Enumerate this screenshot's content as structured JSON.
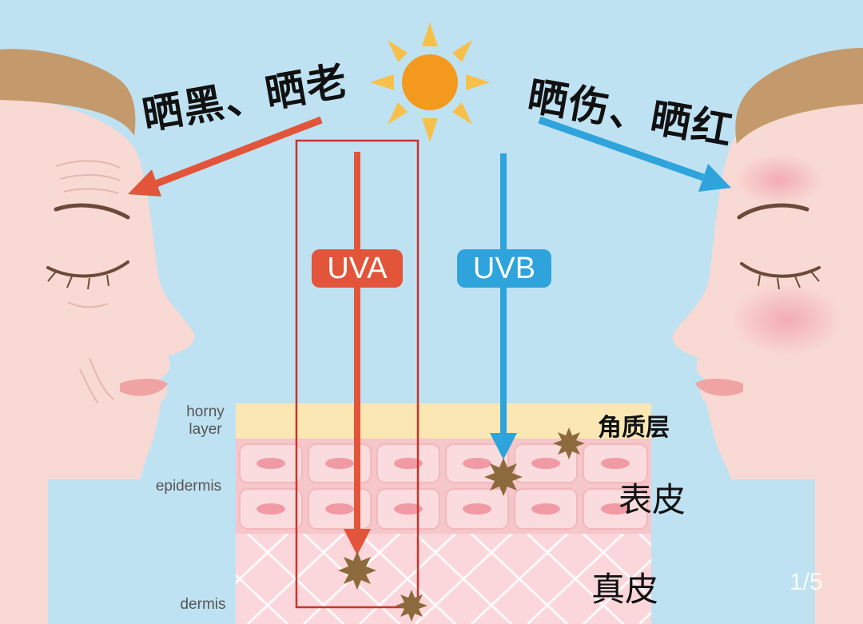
{
  "effects": {
    "uva_effect": "晒黑、晒老",
    "uvb_effect": "晒伤、晒红"
  },
  "rays": {
    "uva": {
      "label": "UVA",
      "color": "#e2553a"
    },
    "uvb": {
      "label": "UVB",
      "color": "#2ea3dc"
    }
  },
  "layers": {
    "horny_layer": {
      "en": "horny\nlayer",
      "cn": "角质层"
    },
    "epidermis": {
      "en": "epidermis",
      "cn": "表皮"
    },
    "dermis": {
      "en": "dermis",
      "cn": "真皮"
    }
  },
  "colors": {
    "sky": "#bfe2f2",
    "skin": "#f9d9d3",
    "hair": "#c49a6c",
    "horny_layer": "#fbe7b4",
    "epidermis": "#f7cdd0",
    "dermis": "#fbd6da",
    "sun": "#f39a1e",
    "sun_rays": "#f6c04a",
    "damage": "#8d6a3c"
  },
  "page_indicator": "1/5"
}
